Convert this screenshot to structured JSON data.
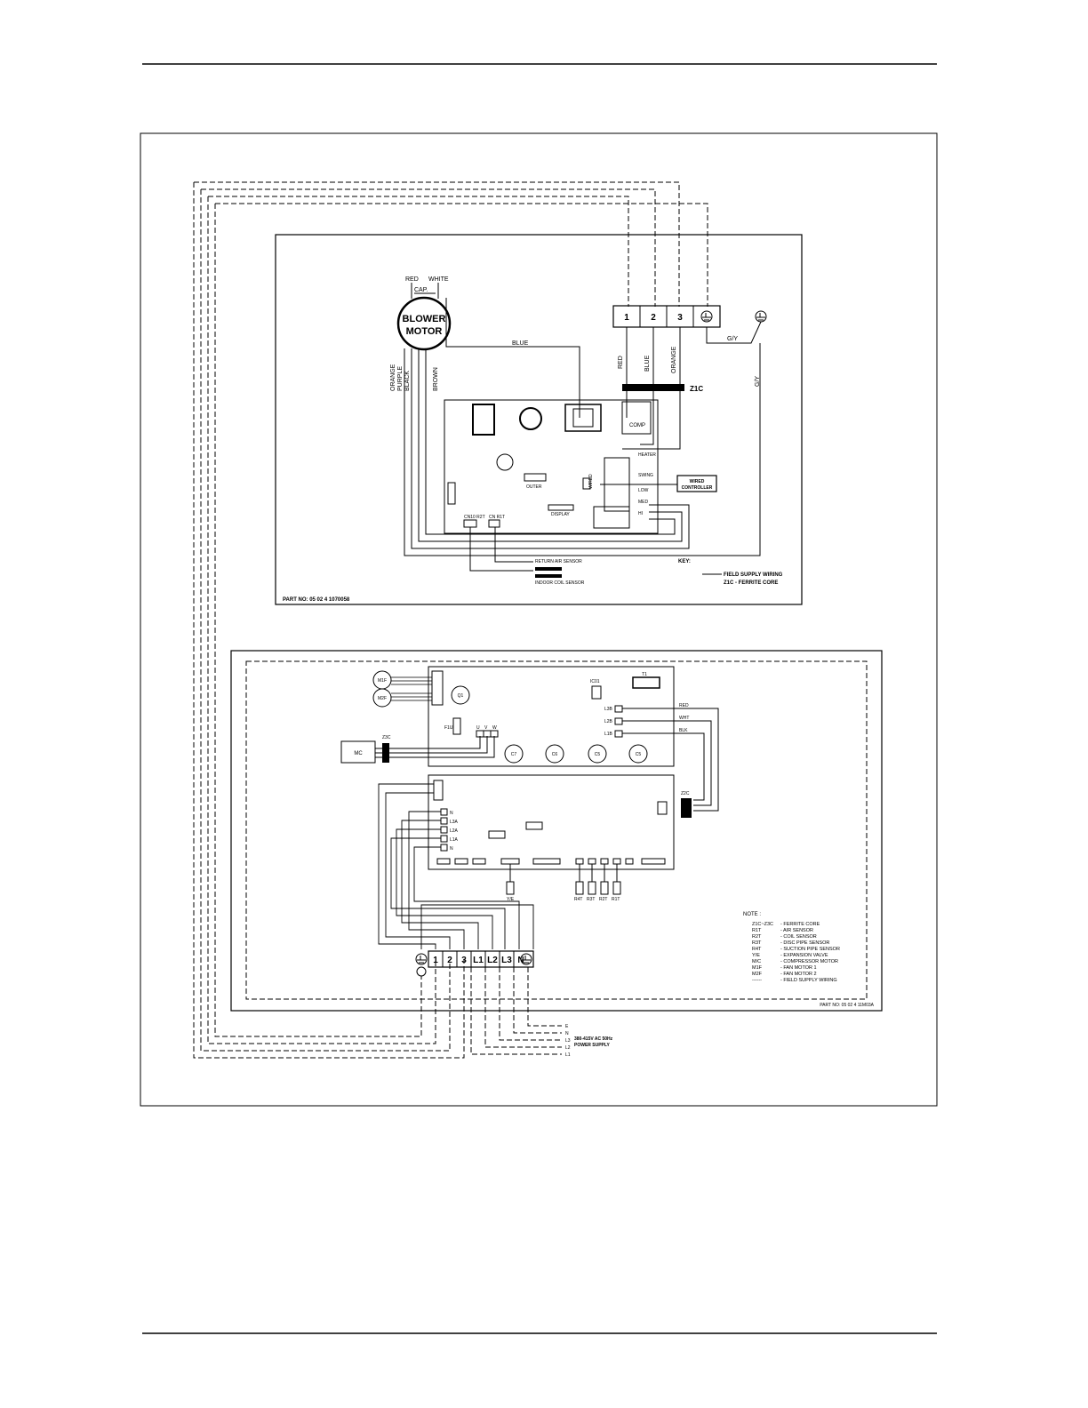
{
  "indoor": {
    "motor": {
      "line1": "BLOWER",
      "line2": "MOTOR",
      "red": "RED",
      "white": "WHITE",
      "cap": "CAP."
    },
    "motor_wires": [
      "ORANGE",
      "PURPLE",
      "BLACK",
      "BROWN"
    ],
    "wire_labels": {
      "blue": "BLUE",
      "red": "RED",
      "blue2": "BLUE",
      "orange": "ORANGE",
      "gy": "G/Y",
      "gy2": "G/Y",
      "z1c": "Z1C"
    },
    "terminals": [
      "1",
      "2",
      "3"
    ],
    "board": {
      "comp": "COMP",
      "heater": "HEATER",
      "swing": "SWING",
      "outer": "OUTER",
      "display": "DISPLAY",
      "wired": "WIRED",
      "wired_controller_1": "WIRED",
      "wired_controller_2": "CONTROLLER",
      "low": "LOW",
      "med": "MED",
      "hi": "HI",
      "ind_coil": "CN10 R2T",
      "cn_r1t": "CN R1T"
    },
    "sensors": {
      "return_air": "RETURN AIR SENSOR",
      "indoor_coil": "INDOOR COIL SENSOR"
    },
    "key": {
      "title": "KEY:",
      "line1": "FIELD SUPPLY WIRING",
      "line2": "Z1C - FERRITE CORE"
    },
    "part_no": "PART NO: 05 02 4 1070058"
  },
  "outdoor": {
    "mf1": "M1F",
    "mf2": "M2F",
    "mc": "MC",
    "q1": "Q1",
    "fu": "F1U",
    "t1": "T1",
    "ic": "IC01",
    "uvw": [
      "U",
      "V",
      "W"
    ],
    "caps": [
      "C7",
      "C6",
      "C5",
      "C5"
    ],
    "z2c": "Z2C",
    "z3c": "Z3C",
    "lines": [
      "L3B",
      "L2B",
      "L1B"
    ],
    "line_colors": [
      "RED",
      "WHT",
      "BLK"
    ],
    "terminals": [
      "1",
      "2",
      "3",
      "L1",
      "L2",
      "L3",
      "N"
    ],
    "neutral_list": [
      "N",
      "L3A",
      "L2A",
      "L1A",
      "N"
    ],
    "ye": "Y/E",
    "sensors": [
      "R4T",
      "R3T",
      "R2T",
      "R1T"
    ],
    "part_no": "PART NO: 05 02 4 11M03A"
  },
  "notes": {
    "title": "NOTE :",
    "items": [
      {
        "code": "Z1C~Z3C",
        "desc": "- FERRITE CORE"
      },
      {
        "code": "R1T",
        "desc": "- AIR SENSOR"
      },
      {
        "code": "R2T",
        "desc": "- COIL SENSOR"
      },
      {
        "code": "R3T",
        "desc": "- DISC PIPE SENSOR"
      },
      {
        "code": "R4T",
        "desc": "- SUCTION PIPE SENSOR"
      },
      {
        "code": "Y/E",
        "desc": "- EXPANSION VALVE"
      },
      {
        "code": "M/C",
        "desc": "- COMPRESSOR MOTOR"
      },
      {
        "code": "M1F",
        "desc": "- FAN MOTOR 1"
      },
      {
        "code": "M2F",
        "desc": "- FAN MOTOR 2"
      },
      {
        "code": "------",
        "desc": "- FIELD SUPPLY WIRING"
      }
    ]
  },
  "power": {
    "lines": [
      "E",
      "N",
      "L3",
      "L2",
      "L1"
    ],
    "desc1": "380-415V AC 50Hz",
    "desc2": "POWER SUPPLY"
  }
}
